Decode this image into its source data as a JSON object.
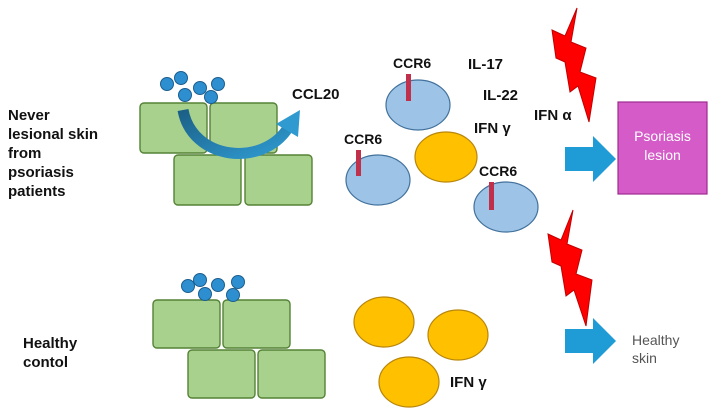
{
  "rows": {
    "top": {
      "label_lines": [
        "Never",
        "lesional skin",
        "from",
        "psoriasis",
        "patients"
      ]
    },
    "bottom": {
      "label_lines": [
        "Healthy",
        "contol"
      ]
    }
  },
  "labels": {
    "ccl20": "CCL20",
    "ccr6": "CCR6",
    "il17": "IL-17",
    "il22": "IL-22",
    "ifn_alpha": "IFN α",
    "ifn_gamma": "IFN γ"
  },
  "outcomes": {
    "lesion_lines": [
      "Psoriasis",
      "lesion"
    ],
    "healthy_lines": [
      "Healthy",
      "skin"
    ]
  },
  "colors": {
    "cell_fill": "#a9d18e",
    "cell_stroke": "#548235",
    "dot": "#2e8fd0",
    "blue_cell": "#9dc3e6",
    "yellow_cell": "#ffc000",
    "receptor": "#c0304a",
    "arrow": "#1f9bd6",
    "lightning": "#ff0000",
    "lesion_box": "#d45bc8"
  }
}
